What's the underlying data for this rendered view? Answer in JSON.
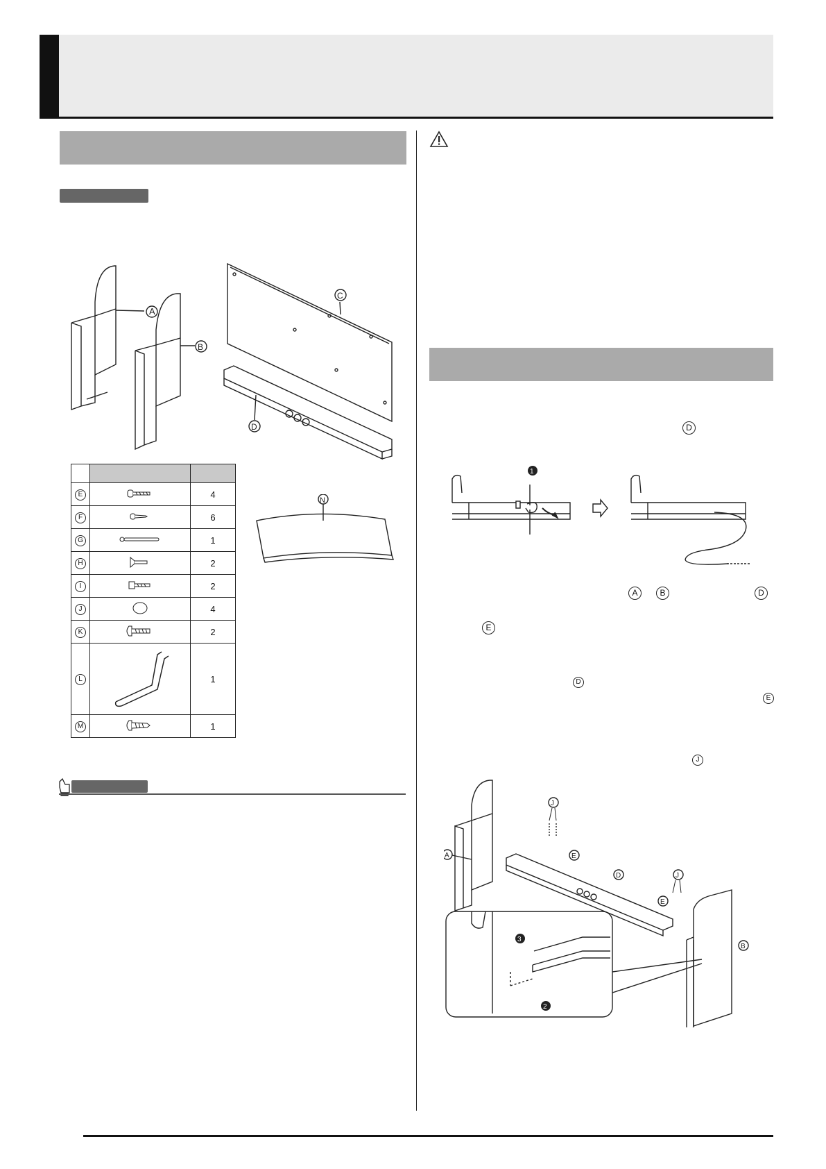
{
  "header": {
    "title": ""
  },
  "left_section": {
    "heading": "",
    "tag": "",
    "figure_labels": {
      "side_a": "A",
      "side_b": "B",
      "back_panel": "C",
      "pedal_unit": "D",
      "music_stand": "N"
    },
    "parts_table": {
      "columns": [
        "",
        "",
        ""
      ],
      "rows": [
        {
          "letter": "E",
          "qty": "4",
          "icon": "screw-icon"
        },
        {
          "letter": "F",
          "qty": "6",
          "icon": "small-screw-icon"
        },
        {
          "letter": "G",
          "qty": "1",
          "icon": "cable-tie-icon"
        },
        {
          "letter": "H",
          "qty": "2",
          "icon": "wing-screw-icon"
        },
        {
          "letter": "I",
          "qty": "2",
          "icon": "bolt-icon"
        },
        {
          "letter": "J",
          "qty": "4",
          "icon": "cap-icon"
        },
        {
          "letter": "K",
          "qty": "2",
          "icon": "round-screw-icon"
        },
        {
          "letter": "L",
          "qty": "1",
          "icon": "hook-icon"
        },
        {
          "letter": "M",
          "qty": "1",
          "icon": "tapping-screw-icon"
        }
      ]
    },
    "note_tag": ""
  },
  "right_section": {
    "caution_icon": "warning-triangle-icon",
    "heading": "",
    "step1_marker": "D",
    "step1_callout": "1",
    "step2_markers": [
      "A",
      "B",
      "D"
    ],
    "step2_marker_e": "E",
    "step2_inline_d": "D",
    "step2_inline_e": "E",
    "step2_inline_j": "J",
    "assembly_labels": {
      "a": "A",
      "b": "B",
      "d": "D",
      "e": "E",
      "j": "J",
      "callout2": "2",
      "callout3": "3"
    }
  },
  "colors": {
    "section_band": "#aaaaaa",
    "header_band": "#ebebeb",
    "pill": "#666666"
  }
}
